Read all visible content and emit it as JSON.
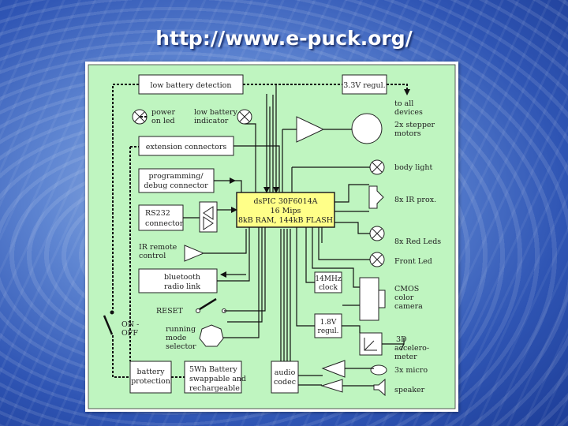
{
  "slide": {
    "title": "http://www.e-puck.org/"
  },
  "diagram": {
    "low_battery_detection": "low battery detection",
    "regulator_3v3": "3.3V regul.",
    "power_on_led": [
      "power",
      "on led"
    ],
    "low_battery_indicator": [
      "low battery",
      "indicator"
    ],
    "to_all_devices": [
      "to all",
      "devices"
    ],
    "stepper_motors": [
      "2x stepper",
      "motors"
    ],
    "extension_connectors": "extension connectors",
    "body_light": "body light",
    "programming_connector": [
      "programming/",
      "debug connector"
    ],
    "dspic": [
      "dsPIC 30F6014A",
      "16 Mips",
      "8kB RAM, 144kB FLASH"
    ],
    "ir_prox": "8x IR prox.",
    "rs232": [
      "RS232",
      "connector"
    ],
    "red_leds": "8x Red Leds",
    "ir_remote": [
      "IR remote",
      "control"
    ],
    "front_led": "Front Led",
    "bluetooth": [
      "bluetooth",
      "radio link"
    ],
    "clock": [
      "14MHz",
      "clock"
    ],
    "cmos_camera": [
      "CMOS",
      "color",
      "camera"
    ],
    "reset": "RESET",
    "regulator_1v8": [
      "1.8V",
      "regul."
    ],
    "on_off": [
      "ON -",
      "OFF"
    ],
    "running_mode": [
      "running",
      "mode",
      "selector"
    ],
    "accelerometer": [
      "3D",
      "accelero-",
      "meter"
    ],
    "micro": "3x micro",
    "battery_protection": [
      "battery",
      "protection"
    ],
    "battery": [
      "5Wh Battery",
      "swappable and",
      "rechargeable"
    ],
    "audio_codec": [
      "audio",
      "codec"
    ],
    "speaker": "speaker"
  }
}
